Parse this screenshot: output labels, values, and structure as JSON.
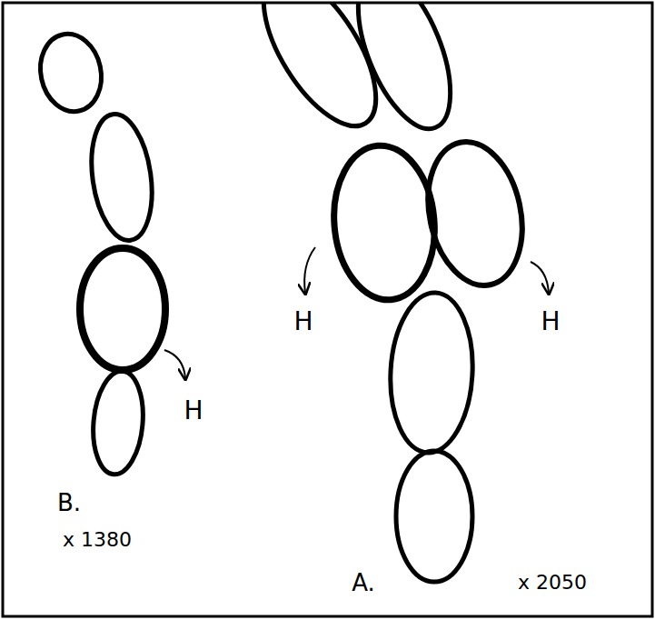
{
  "diagram": {
    "labels": [
      "H",
      "H",
      "H",
      "B.",
      "x 1380",
      "A.",
      "x 2050"
    ]
  }
}
